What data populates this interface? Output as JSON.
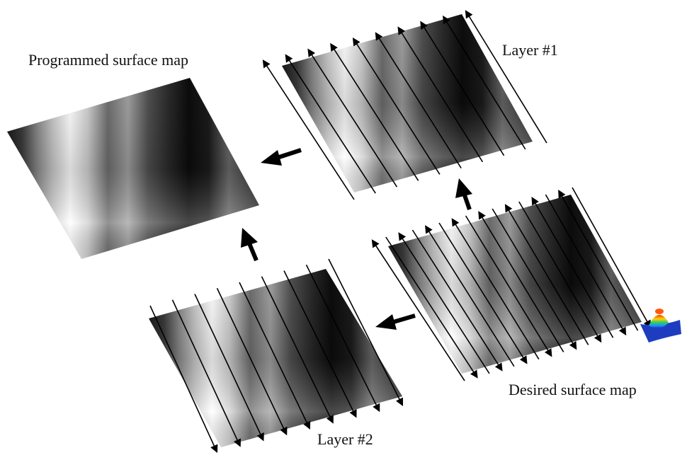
{
  "labels": {
    "programmed": "Programmed surface map",
    "layer1": "Layer #1",
    "desired": "Desired surface map",
    "layer2": "Layer #2"
  },
  "colors": {
    "arrow": "#000000",
    "background": "#ffffff",
    "surface_dark": "#0a0a0a",
    "surface_light": "#ffffff"
  },
  "icons": {
    "inset": "3d-surface-peak-icon"
  }
}
